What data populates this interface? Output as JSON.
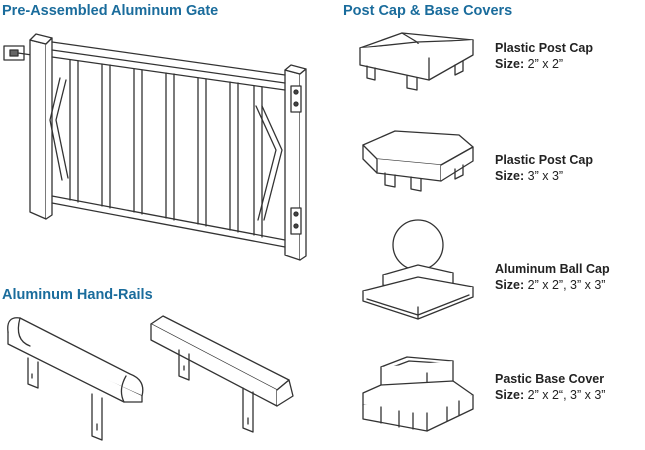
{
  "headings": {
    "gate": "Pre-Assembled Aluminum Gate",
    "covers": "Post Cap & Base Covers",
    "rails": "Aluminum Hand-Rails"
  },
  "size_label": "Size:",
  "products": [
    {
      "name": "Plastic Post Cap",
      "size": "2” x 2”"
    },
    {
      "name": "Plastic Post Cap",
      "size": "3” x 3”"
    },
    {
      "name": "Aluminum Ball Cap",
      "size": "2” x 2”, 3” x 3”"
    },
    {
      "name": "Pastic Base Cover",
      "size": "2” x 2“, 3” x 3”"
    }
  ],
  "illustrations": [
    "aluminum-gate",
    "post-cap-2x2",
    "post-cap-3x3",
    "ball-cap",
    "base-cover",
    "hand-rail-rounded",
    "hand-rail-square"
  ]
}
